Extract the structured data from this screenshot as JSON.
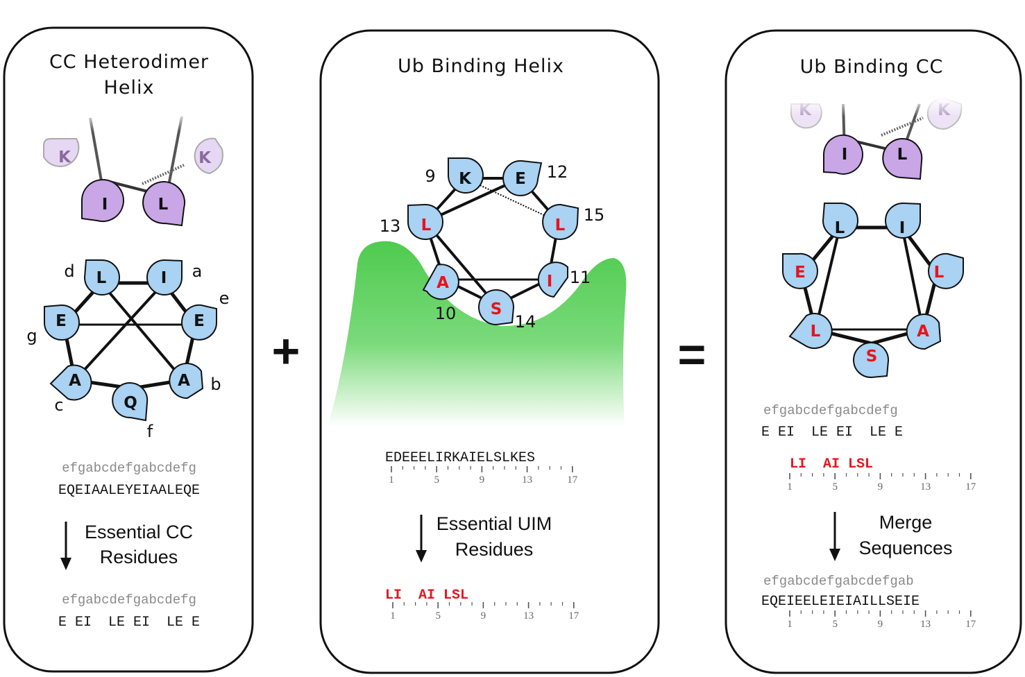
{
  "colors": {
    "residue_blue": "#a9d2f3",
    "residue_purple": "#c9a6e6",
    "residue_purple_faded": "#e6d7f3",
    "highlight_red": "#e8131b",
    "binding_surface": "#5bcf5b"
  },
  "operators": {
    "plus": "+",
    "equals": "="
  },
  "panels": {
    "cc": {
      "title_line1": "CC Heterodimer",
      "title_line2": "Helix",
      "wheel_residues": [
        "L",
        "I",
        "E",
        "E",
        "A",
        "A",
        "Q"
      ],
      "wheel_positions": [
        "d",
        "a",
        "g",
        "e",
        "c",
        "b",
        "f"
      ],
      "partner_residues": [
        "K",
        "K",
        "I",
        "L"
      ],
      "heptad_row": "efgabcdefgabcdefg",
      "sequence": "EQEIAALEYEIAALEQE",
      "arrow_caption_line1": "Essential CC",
      "arrow_caption_line2": "Residues",
      "result_heptad_row": "efgabcdefgabcdefg",
      "result_sequence": "E EI  LE EI  LE E"
    },
    "ub_helix": {
      "title": "Ub Binding Helix",
      "wheel_residues": [
        "K",
        "E",
        "L",
        "L",
        "A",
        "I",
        "S"
      ],
      "wheel_numbers": [
        "9",
        "12",
        "13",
        "15",
        "10",
        "11",
        "14"
      ],
      "sequence": "EDEEELIRKAIELSLKES",
      "ruler_labels": [
        "1",
        "5",
        "9",
        "13",
        "17"
      ],
      "arrow_caption_line1": "Essential UIM",
      "arrow_caption_line2": "Residues",
      "result_sequence": "LI  AI LSL",
      "result_ruler_labels": [
        "1",
        "5",
        "9",
        "13",
        "17"
      ]
    },
    "ub_cc": {
      "title": "Ub Binding CC",
      "wheel_residues": [
        "L",
        "I",
        "E",
        "L",
        "L",
        "A",
        "S"
      ],
      "partner_residues": [
        "K",
        "K",
        "I",
        "L"
      ],
      "heptad_row": "efgabcdefgabcdefg",
      "cc_sequence": "E EI  LE EI  LE E",
      "ub_sequence": "LI  AI LSL",
      "ruler_labels": [
        "1",
        "5",
        "9",
        "13",
        "17"
      ],
      "arrow_caption_line1": "Merge",
      "arrow_caption_line2": "Sequences",
      "merged_heptad_row": "efgabcdefgabcdefgab",
      "merged_sequence": "EQEIEELEIEIAILLSEIE",
      "merged_ruler_labels": [
        "1",
        "5",
        "9",
        "13",
        "17"
      ]
    }
  }
}
